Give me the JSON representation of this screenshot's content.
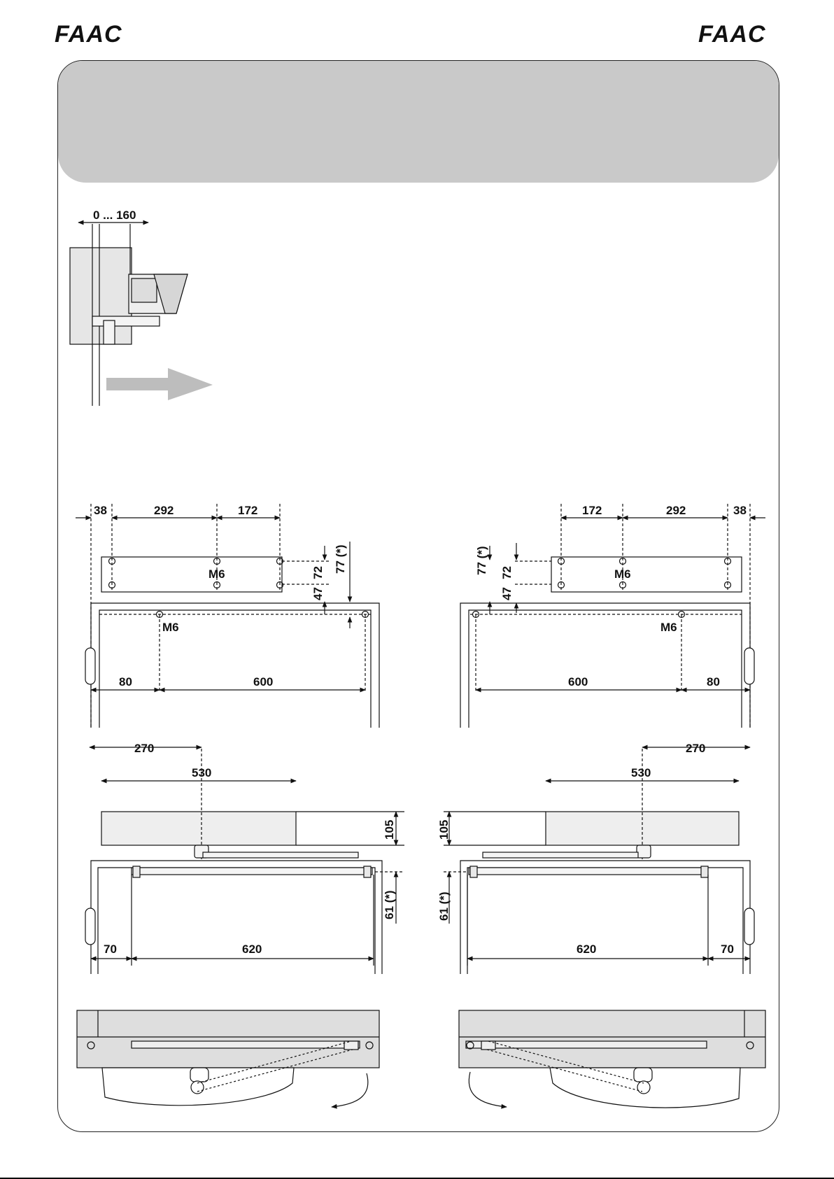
{
  "brand": {
    "left": "FAAC",
    "right": "FAAC"
  },
  "side_view": {
    "range_label": "0 ... 160"
  },
  "pull_left_plate": {
    "d1": "38",
    "d2": "292",
    "d3": "172",
    "thread": "M6",
    "v1": "77 (*)",
    "v2": "72",
    "v3": "47"
  },
  "pull_left_door": {
    "thread": "M6",
    "d1": "80",
    "d2": "600"
  },
  "pull_right_plate": {
    "d1": "172",
    "d2": "292",
    "d3": "38",
    "thread": "M6",
    "v1": "77 (*)",
    "v2": "72",
    "v3": "47"
  },
  "pull_right_door": {
    "thread": "M6",
    "d1": "600",
    "d2": "80"
  },
  "push_left": {
    "d270": "270",
    "d530": "530",
    "h105": "105",
    "h61": "61 (*)",
    "d70": "70",
    "d620": "620"
  },
  "push_right": {
    "d270": "270",
    "d530": "530",
    "h105": "105",
    "h61": "61 (*)",
    "d70": "70",
    "d620": "620"
  }
}
